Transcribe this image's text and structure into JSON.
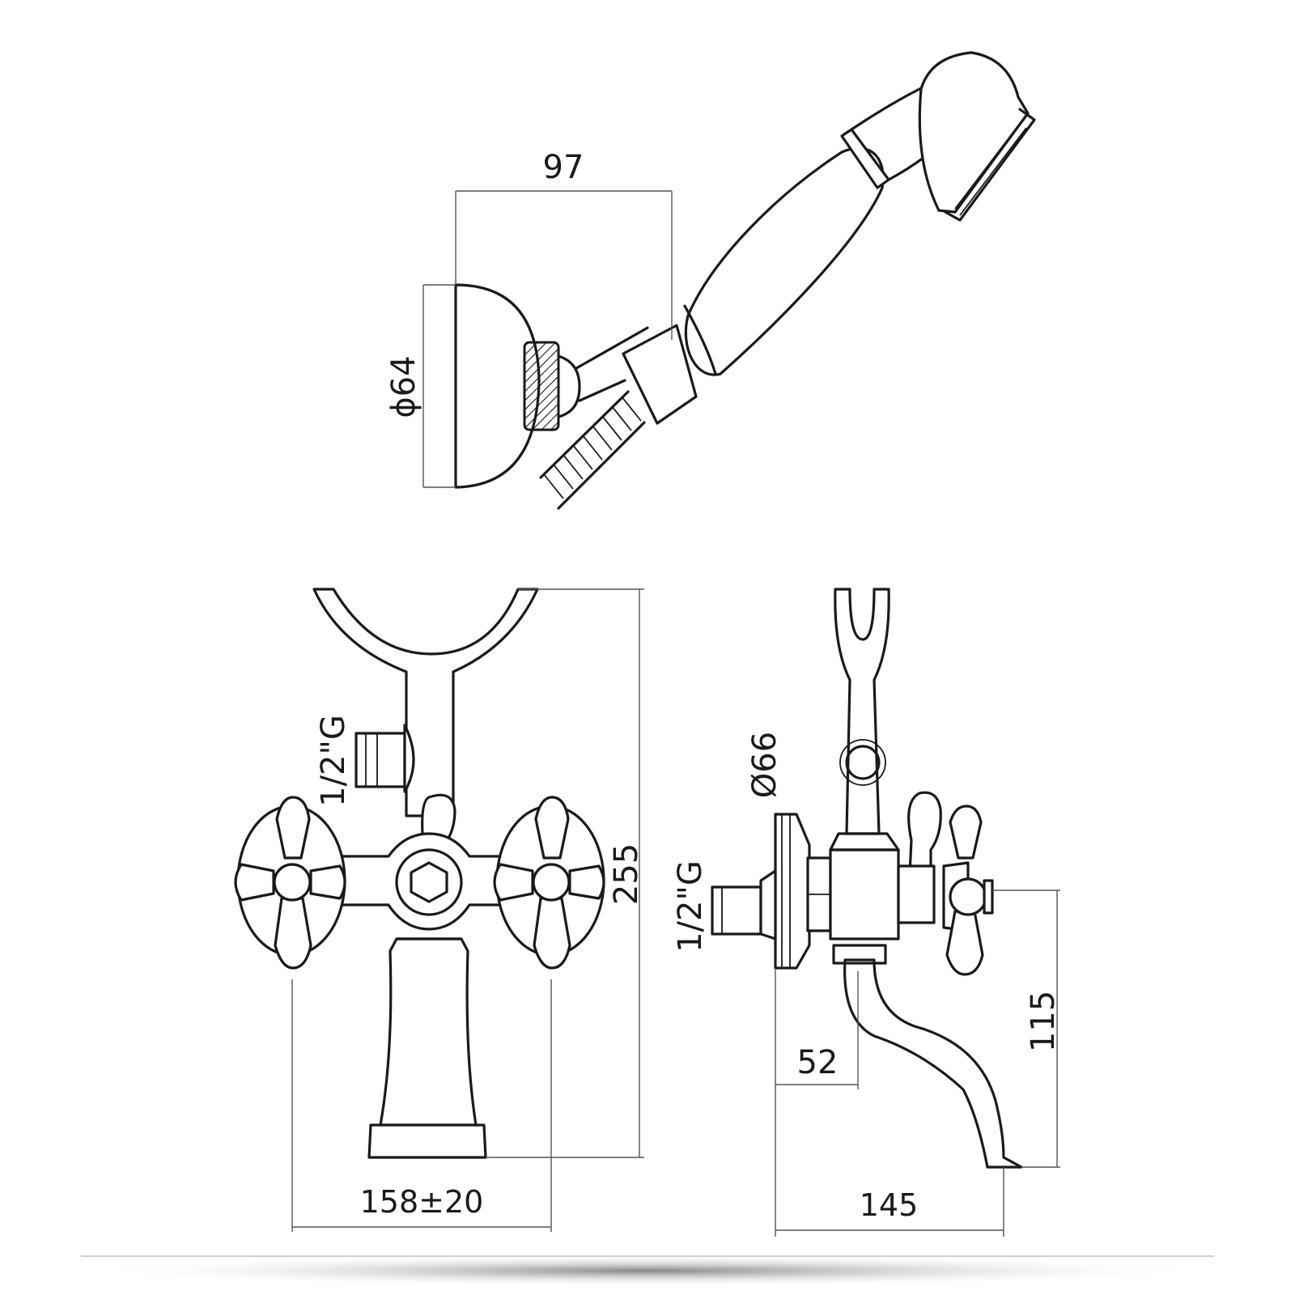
{
  "dimensions": {
    "holder_width": "97",
    "holder_diameter": "ϕ64",
    "total_height": "255",
    "thread_left": "1/2\"G",
    "center_distance": "158±20",
    "flange_diameter": "Ø66",
    "thread_right": "1/2\"G",
    "spout_offset": "52",
    "spout_height": "115",
    "spout_length": "145"
  },
  "colors": {
    "line": "#1a1a1a",
    "background": "#ffffff",
    "shadow": "#9a9a9a"
  }
}
